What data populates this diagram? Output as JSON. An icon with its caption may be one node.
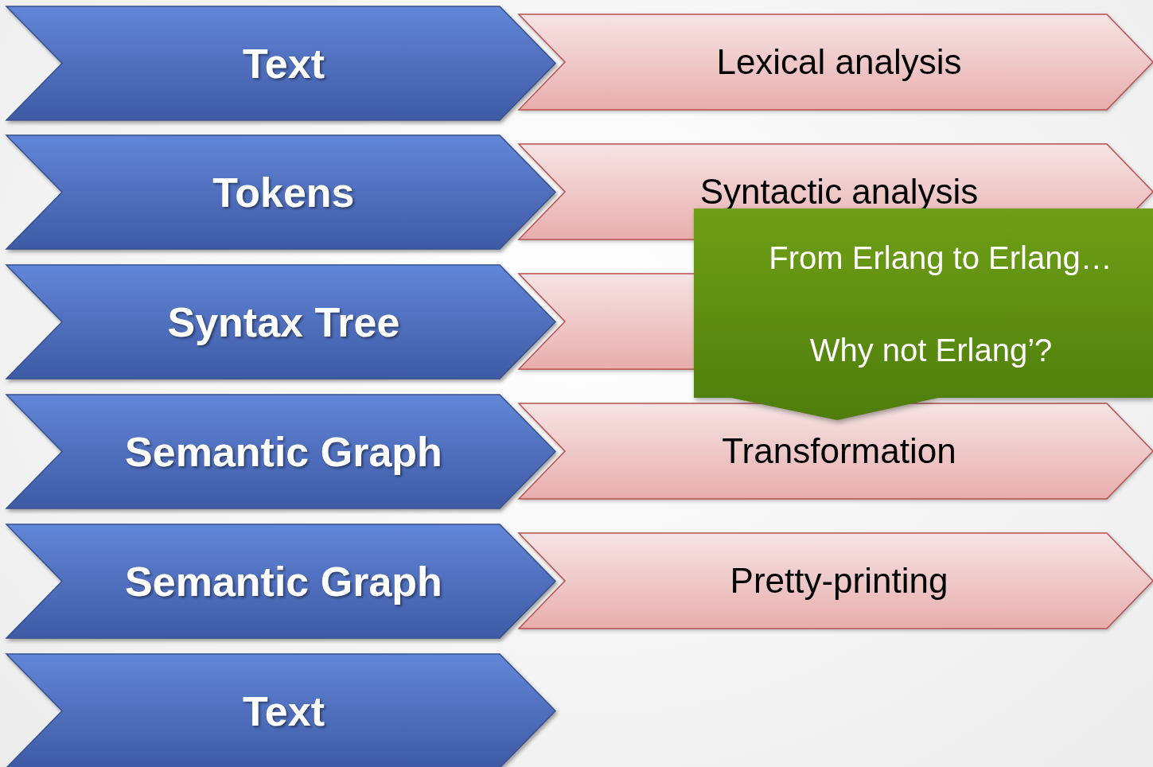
{
  "diagram": {
    "nodes": [
      {
        "text": [
          "Text"
        ]
      },
      {
        "text": [
          "Lexical analysis"
        ]
      },
      {
        "text": [
          "Tokens"
        ]
      },
      {
        "text": [
          "Syntactic analysis"
        ]
      },
      {
        "text": [
          "From Erlang to Erlang…",
          "Why not Erlang’?"
        ]
      },
      {
        "text": [
          "Syntax Tree"
        ]
      },
      {
        "text": [],
        "shape": "chevron"
      },
      {
        "text": [
          "Semantic Graph"
        ]
      },
      {
        "text": [
          "Transformation"
        ]
      },
      {
        "text": [
          "Semantic Graph"
        ]
      },
      {
        "text": [
          "Pretty-printing"
        ]
      },
      {
        "text": [
          "Text"
        ]
      }
    ]
  }
}
